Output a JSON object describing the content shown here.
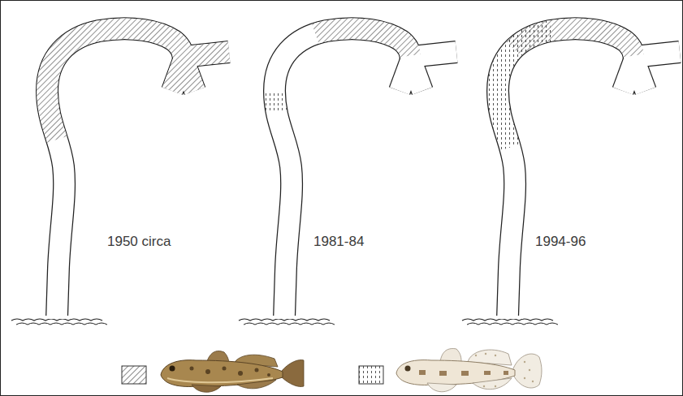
{
  "diagram": {
    "labels": [
      "1950 circa",
      "1981-84",
      "1994-96"
    ]
  }
}
